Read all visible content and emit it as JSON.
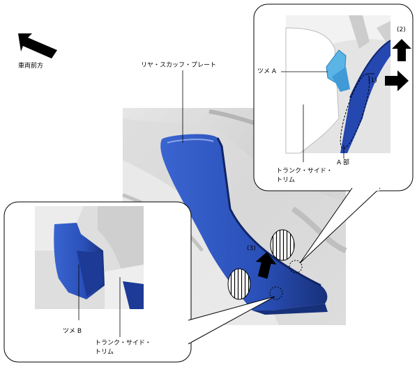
{
  "front_label": "車両前方",
  "main_part_label": "リヤ・スカッフ・プレート",
  "callout_top": {
    "claw_label": "ツメ A",
    "step1": "(1)",
    "step2": "(2)",
    "region_label": "A 部",
    "trim_line1": "トランク・サイド・",
    "trim_line2": "トリム"
  },
  "callout_bottom": {
    "claw_label": "ツメ B",
    "trim_line1": "トランク・サイド・",
    "trim_line2": "トリム"
  },
  "step3": "(3)",
  "colors": {
    "part_blue": "#2a50b8",
    "part_blue_dark": "#17307a",
    "claw_light_blue": "#5ab4e6",
    "trim_gray": "#d9d9d9",
    "line": "#000000"
  }
}
